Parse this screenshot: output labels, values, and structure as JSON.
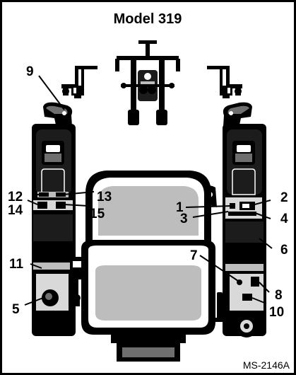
{
  "title": "Model 319",
  "drawing_code": "MS-2146A",
  "callouts": {
    "c1": "1",
    "c2": "2",
    "c3": "3",
    "c4": "4",
    "c5": "5",
    "c6": "6",
    "c7": "7",
    "c8": "8",
    "c9": "9",
    "c10": "10",
    "c11": "11",
    "c12": "12",
    "c13": "13",
    "c14": "14",
    "c15": "15"
  }
}
